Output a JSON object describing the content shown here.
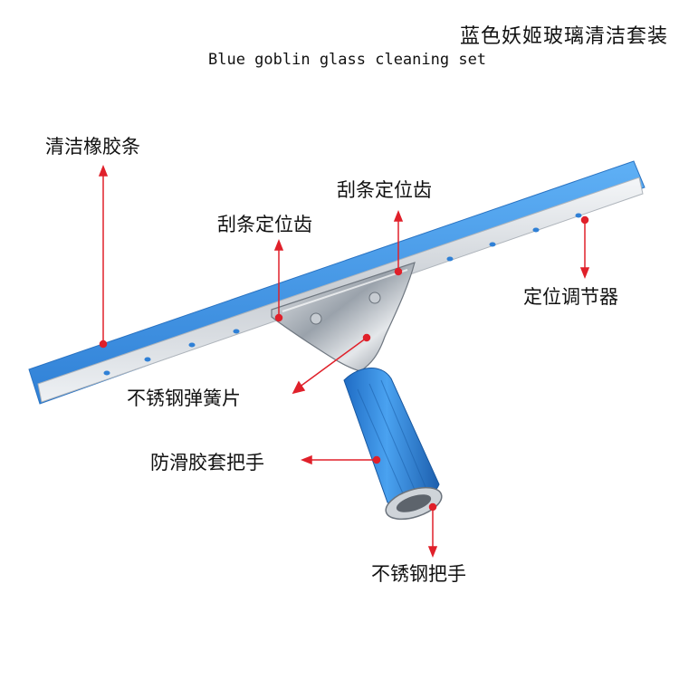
{
  "header": {
    "title_cn": "蓝色妖姬玻璃清洁套装",
    "title_en": "Blue goblin glass cleaning set"
  },
  "labels": {
    "rubber_strip": "清洁橡胶条",
    "blade_pin_right": "刮条定位齿",
    "blade_pin_left": "刮条定位齿",
    "position_adjuster": "定位调节器",
    "spring_plate": "不锈钢弹簧片",
    "grip_cover": "防滑胶套把手",
    "steel_handle": "不锈钢把手"
  },
  "colors": {
    "blade_blue": "#3a8fe0",
    "rail_silver": "#d9dde2",
    "grip_blue": "#2f7fd8",
    "annotation_red": "#e0202a"
  }
}
